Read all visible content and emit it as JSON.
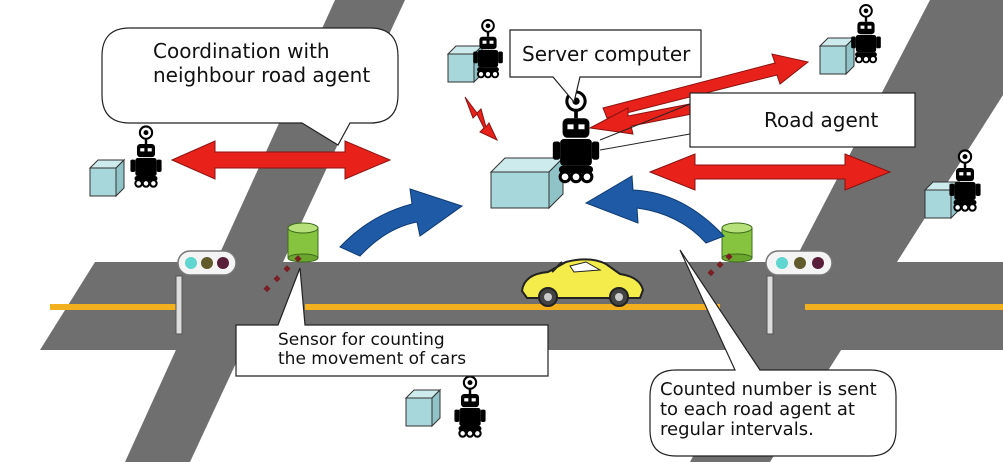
{
  "callouts": {
    "coordination_line1": "Coordination with",
    "coordination_line2": "neighbour road agent",
    "server": "Server computer",
    "road_agent": "Road agent",
    "sensor_line1": "Sensor for counting",
    "sensor_line2": "the movement of cars",
    "counted_line1": "Counted number is sent",
    "counted_line2": "to each road agent at",
    "counted_line3": "regular intervals."
  },
  "colors": {
    "road": "#6f6f6f",
    "lane_marking": "#f2b01e",
    "coordination_arrow": "#e8221b",
    "data_flow_arrow": "#1f5aa6",
    "server_box": "#b8dfe2",
    "sensor": "#86c43f",
    "car": "#f3ec4a",
    "robot": "#000000"
  },
  "icons": [
    "robot-icon",
    "server-box-icon",
    "sensor-icon",
    "traffic-light-icon",
    "car-icon"
  ]
}
